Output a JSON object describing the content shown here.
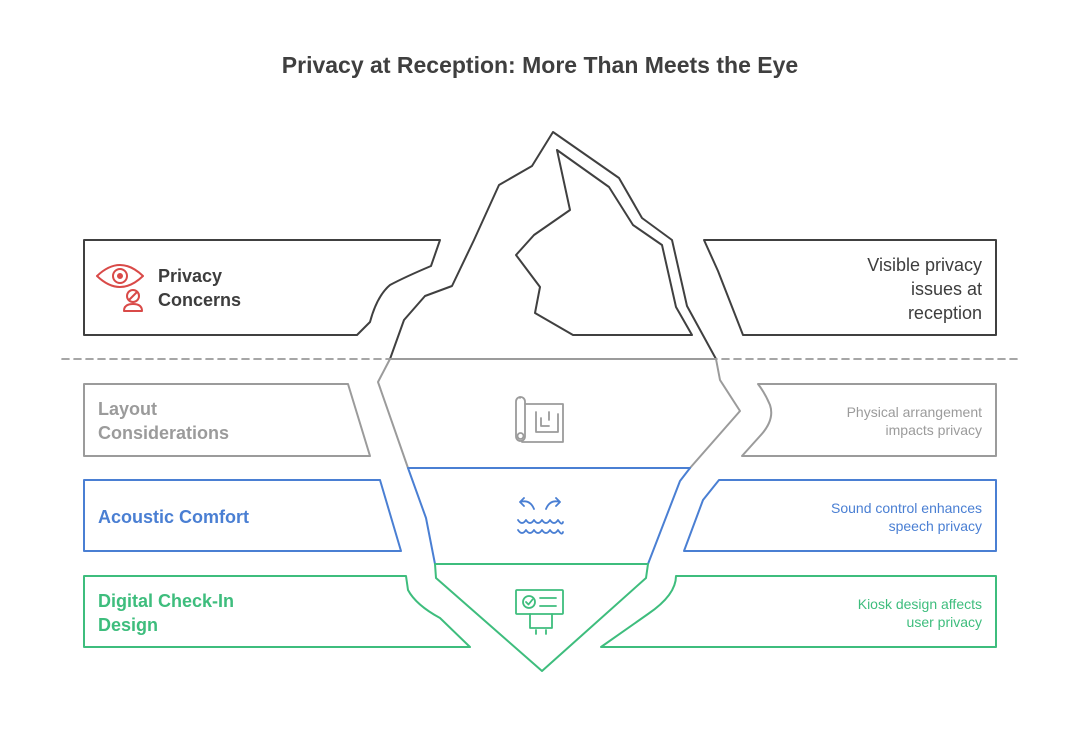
{
  "title": "Privacy at Reception: More Than Meets the Eye",
  "colors": {
    "dark": "#404040",
    "gray": "#9b9b9b",
    "blue": "#4a7fd3",
    "green": "#3ebd7d",
    "red": "#d94a48"
  },
  "sections": [
    {
      "label_line1": "Privacy",
      "label_line2": "Concerns",
      "desc_lines": [
        "Visible privacy",
        "issues at",
        "reception"
      ],
      "icon": "eye-person-icon"
    },
    {
      "label_line1": "Layout",
      "label_line2": "Considerations",
      "desc_lines": [
        "Physical arrangement",
        "impacts privacy"
      ],
      "icon": "blueprint-icon"
    },
    {
      "label_line1": "Acoustic Comfort",
      "desc_lines": [
        "Sound control enhances",
        "speech privacy"
      ],
      "icon": "sound-waves-icon"
    },
    {
      "label_line1": "Digital Check-In",
      "label_line2": "Design",
      "desc_lines": [
        "Kiosk design affects",
        "user privacy"
      ],
      "icon": "kiosk-icon"
    }
  ]
}
